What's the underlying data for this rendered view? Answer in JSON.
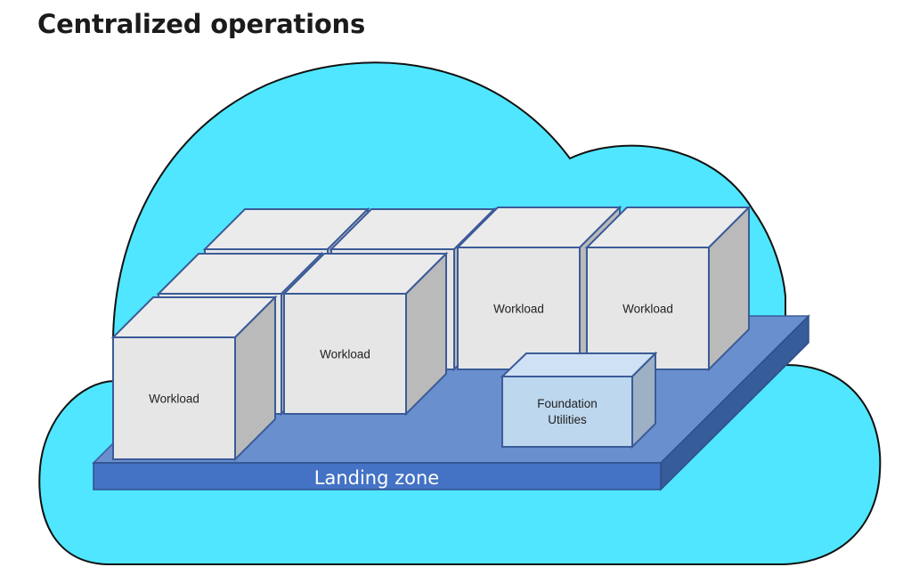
{
  "title": "Centralized operations",
  "colors": {
    "cloud_fill": "#50e6ff",
    "cloud_stroke": "#111111",
    "platform_top": "#6a8fcf",
    "platform_front": "#4472c4",
    "platform_side": "#365c9a",
    "cube_face": "#e6e6e6",
    "cube_side": "#bababa",
    "utility_face": "#bdd7ee",
    "outline": "#3b5b98"
  },
  "diagram": {
    "cloud": {
      "name": "Cloud"
    },
    "landing_zone": {
      "label": "Landing zone"
    },
    "workloads": [
      {
        "id": "back-left",
        "label": ""
      },
      {
        "id": "back-mid",
        "label": ""
      },
      {
        "id": "back-right-1",
        "label": "Workload"
      },
      {
        "id": "back-right-2",
        "label": "Workload"
      },
      {
        "id": "mid-left",
        "label": ""
      },
      {
        "id": "mid-center",
        "label": "Workload"
      },
      {
        "id": "front-left",
        "label": "Workload"
      }
    ],
    "foundation": {
      "label_line1": "Foundation",
      "label_line2": "Utilities"
    }
  }
}
